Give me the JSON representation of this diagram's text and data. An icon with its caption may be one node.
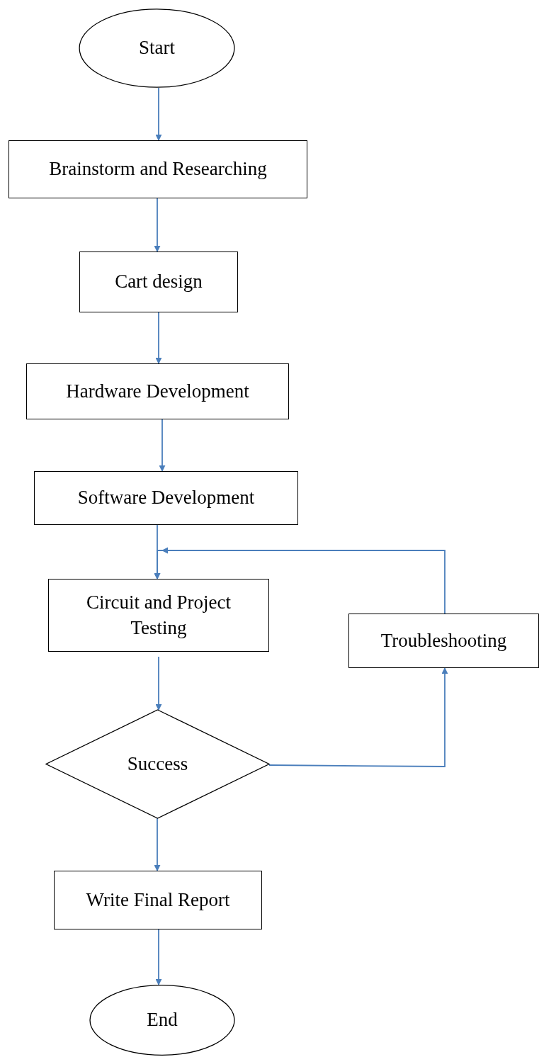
{
  "diagram": {
    "nodes": [
      {
        "text": [
          "Start"
        ]
      },
      {
        "text": [
          "Brainstorm and Researching"
        ]
      },
      {
        "text": [
          "Cart design"
        ]
      },
      {
        "text": [
          "Hardware Development"
        ]
      },
      {
        "text": [
          "Software Development"
        ]
      },
      {
        "text": [
          "Circuit and Project Testing"
        ]
      },
      {
        "text": [
          "Troubleshooting"
        ]
      },
      {
        "text": [
          "Success"
        ]
      },
      {
        "text": [
          "Write Final Report"
        ]
      },
      {
        "text": [
          "End"
        ]
      }
    ],
    "edges": [
      {
        "from": 0,
        "to": 1,
        "arrow": "to"
      },
      {
        "from": 1,
        "to": 2,
        "arrow": "to"
      },
      {
        "from": 2,
        "to": 3,
        "arrow": "to"
      },
      {
        "from": 3,
        "to": 4,
        "arrow": "to"
      },
      {
        "from": 4,
        "to": 5,
        "arrow": "to"
      },
      {
        "from": 5,
        "to": 7,
        "arrow": "to"
      },
      {
        "from": 7,
        "to": 6,
        "arrow": "to"
      },
      {
        "from": 6,
        "to": 5,
        "arrow": "to"
      },
      {
        "from": 7,
        "to": 8,
        "arrow": "to"
      },
      {
        "from": 8,
        "to": 9,
        "arrow": "to"
      }
    ]
  }
}
